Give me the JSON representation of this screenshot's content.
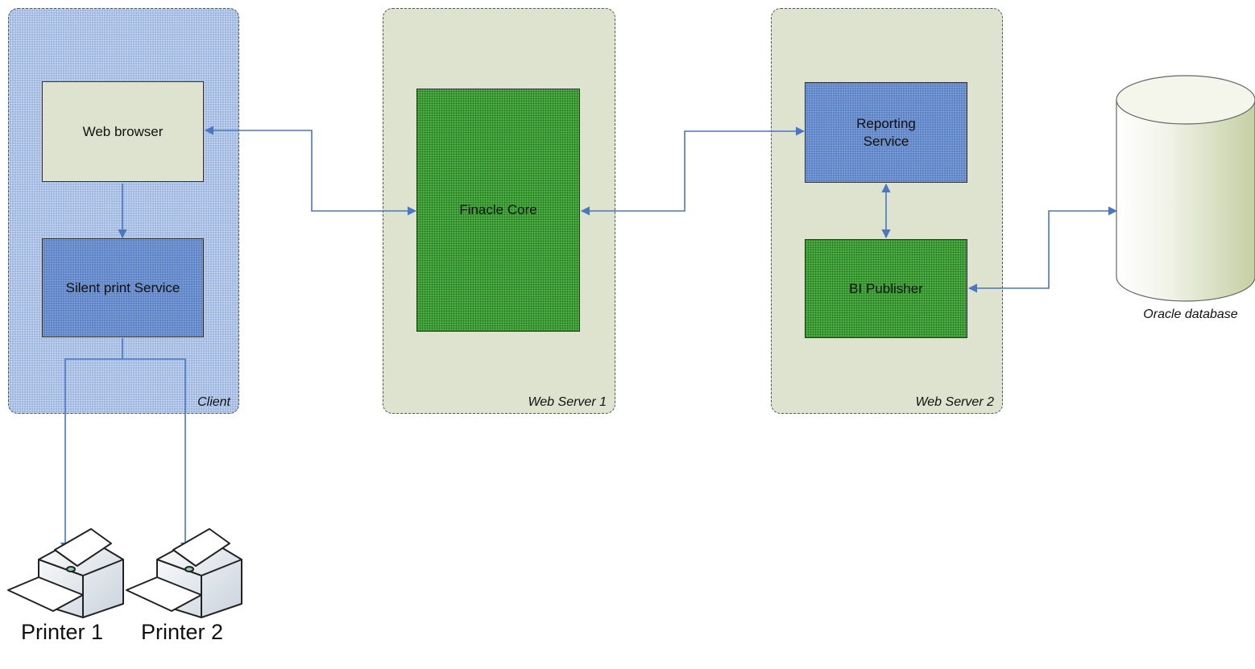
{
  "containers": {
    "client": "Client",
    "web_server_1": "Web Server 1",
    "web_server_2": "Web Server 2"
  },
  "nodes": {
    "web_browser": "Web browser",
    "silent_print_service": "Silent print Service",
    "finacle_core": "Finacle Core",
    "reporting_service_line1": "Reporting",
    "reporting_service_line2": "Service",
    "bi_publisher": "BI Publisher"
  },
  "database": {
    "label": "Oracle database"
  },
  "printers": [
    {
      "label": "Printer 1"
    },
    {
      "label": "Printer 2"
    }
  ],
  "colors": {
    "connector": "#4a76c2",
    "blue_box": "#5b82c7",
    "green_box": "#4cae43",
    "server_bg": "#dde3cf",
    "client_bg": "#9db6e0"
  }
}
